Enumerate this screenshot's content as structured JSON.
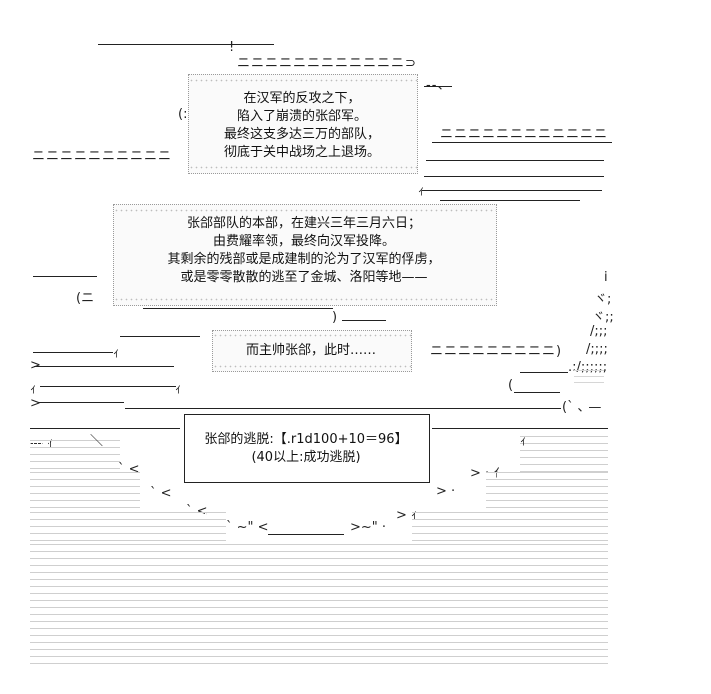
{
  "panel1": {
    "lines": [
      "在汉军的反攻之下，",
      "陷入了崩溃的张郃军。",
      "最终这支多达三万的部队，",
      "彻底于关中战场之上退场。"
    ]
  },
  "panel2": {
    "lines": [
      "张郃部队的本部，在建兴三年三月六日；",
      "由费耀率领，最终向汉军投降。",
      "其剩余的残部或是成建制的沦为了汉军的俘虏，",
      "或是零零散散的逃至了金城、洛阳等地——"
    ]
  },
  "panel3": {
    "text": "而主帅张郃，此时……"
  },
  "roll": {
    "line1": "张郃的逃脱:【.r1d100+10＝96】",
    "line2": "(40以上:成功逃脱)"
  }
}
